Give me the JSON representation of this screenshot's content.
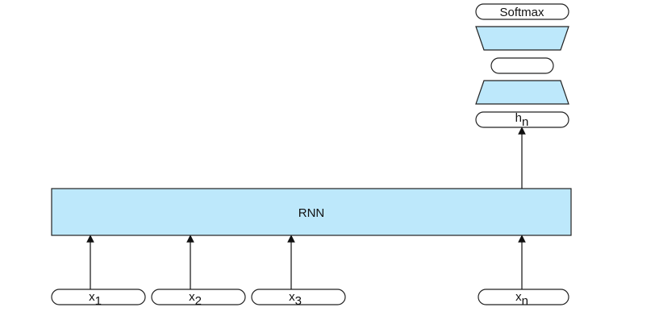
{
  "diagram": {
    "rnn_label": "RNN",
    "inputs": [
      {
        "base": "x",
        "sub": "1"
      },
      {
        "base": "x",
        "sub": "2"
      },
      {
        "base": "x",
        "sub": "3"
      },
      {
        "base": "x",
        "sub": "n"
      }
    ],
    "hidden": {
      "base": "h",
      "sub": "n"
    },
    "hidden_layer_label": "",
    "softmax_label": "Softmax",
    "colors": {
      "fill": "#bde8fb",
      "stroke": "#222222"
    }
  }
}
